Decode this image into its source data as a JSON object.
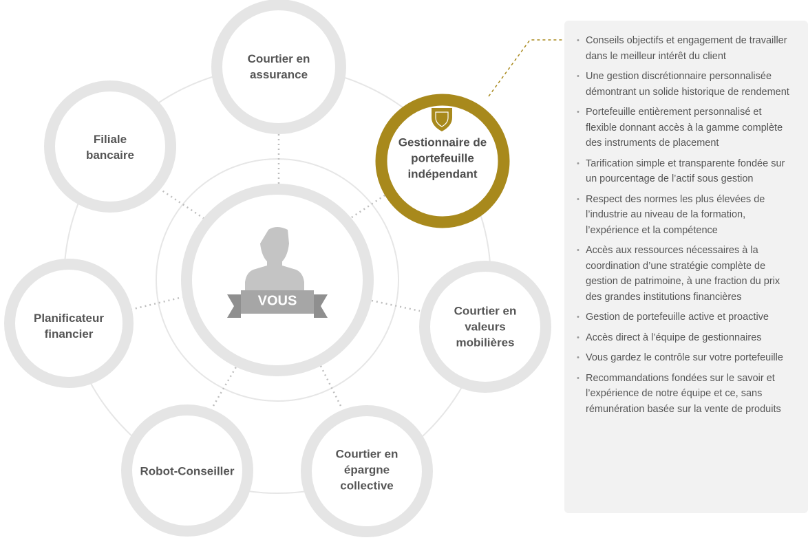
{
  "center": {
    "label": "VOUS"
  },
  "nodes": [
    {
      "id": "assurance",
      "label": "Courtier en\nassurance"
    },
    {
      "id": "bancaire",
      "label": "Filiale\nbancaire"
    },
    {
      "id": "gestionnaire",
      "label": "Gestionnaire de\nportefeuille\nindépendant"
    },
    {
      "id": "planificateur",
      "label": "Planificateur\nfinancier"
    },
    {
      "id": "valeurs",
      "label": "Courtier en\nvaleurs\nmobilières"
    },
    {
      "id": "robot",
      "label": "Robot-Conseiller"
    },
    {
      "id": "epargne",
      "label": "Courtier en\népargne\ncollective"
    }
  ],
  "colors": {
    "accent": "#a8891c",
    "ring": "#e5e5e5",
    "panel": "#f2f2f2",
    "text": "#555555"
  },
  "benefits": [
    "Conseils objectifs et engagement de travailler dans le meilleur intérêt du client",
    "Une gestion discrétionnaire personnalisée démontrant un solide historique de rendement",
    "Portefeuille entièrement personnalisé et flexible donnant accès à la gamme complète des instruments de placement",
    "Tarification simple et transparente fondée sur un pourcentage de l’actif sous gestion",
    "Respect des normes les plus élevées de l’industrie au niveau de la formation, l’expérience et la compétence",
    "Accès aux ressources nécessaires à la coordination d’une stratégie complète de gestion de patrimoine, à une fraction du prix des grandes institutions financières",
    "Gestion de portefeuille active et proactive",
    "Accès direct à l’équipe de gestionnaires",
    "Vous gardez le contrôle sur votre portefeuille",
    "Recommandations fondées sur le savoir et l’expérience de notre équipe et ce, sans rémunération basée sur la vente de produits"
  ]
}
